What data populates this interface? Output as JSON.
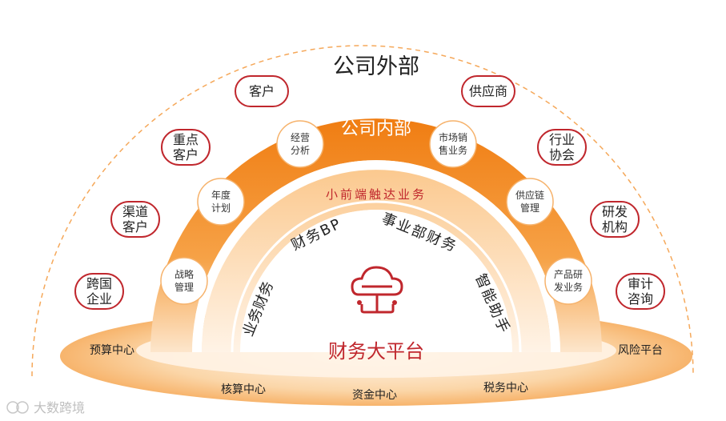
{
  "outer": {
    "title": "公司外部",
    "pills": [
      {
        "label": "客户"
      },
      {
        "label": "供应商"
      },
      {
        "label": "重点\n客户"
      },
      {
        "label": "行业\n协会"
      },
      {
        "label": "渠道\n客户"
      },
      {
        "label": "研发\n机构"
      },
      {
        "label": "跨国\n企业"
      },
      {
        "label": "审计\n咨询"
      }
    ]
  },
  "inner": {
    "title": "公司内部",
    "circles": [
      {
        "label": "经营\n分析"
      },
      {
        "label": "市场销\n售业务"
      },
      {
        "label": "年度\n计划"
      },
      {
        "label": "供应链\n管理"
      },
      {
        "label": "战略\n管理"
      },
      {
        "label": "产品研\n发业务"
      }
    ]
  },
  "front": {
    "title": "小前端触达业务",
    "items": [
      "业务财务",
      "财务BP",
      "事业部财务",
      "智能助手"
    ]
  },
  "core": {
    "title": "财务大平台",
    "icon": "cloud-network-icon"
  },
  "base": {
    "items": [
      "预算中心",
      "核算中心",
      "资金中心",
      "税务中心",
      "风险平台"
    ]
  },
  "watermark": "大数跨境",
  "colors": {
    "accent_red": "#c0272d",
    "orange": "#f28a22",
    "light_orange": "#fde4c8",
    "dashed": "#f5a85a"
  }
}
